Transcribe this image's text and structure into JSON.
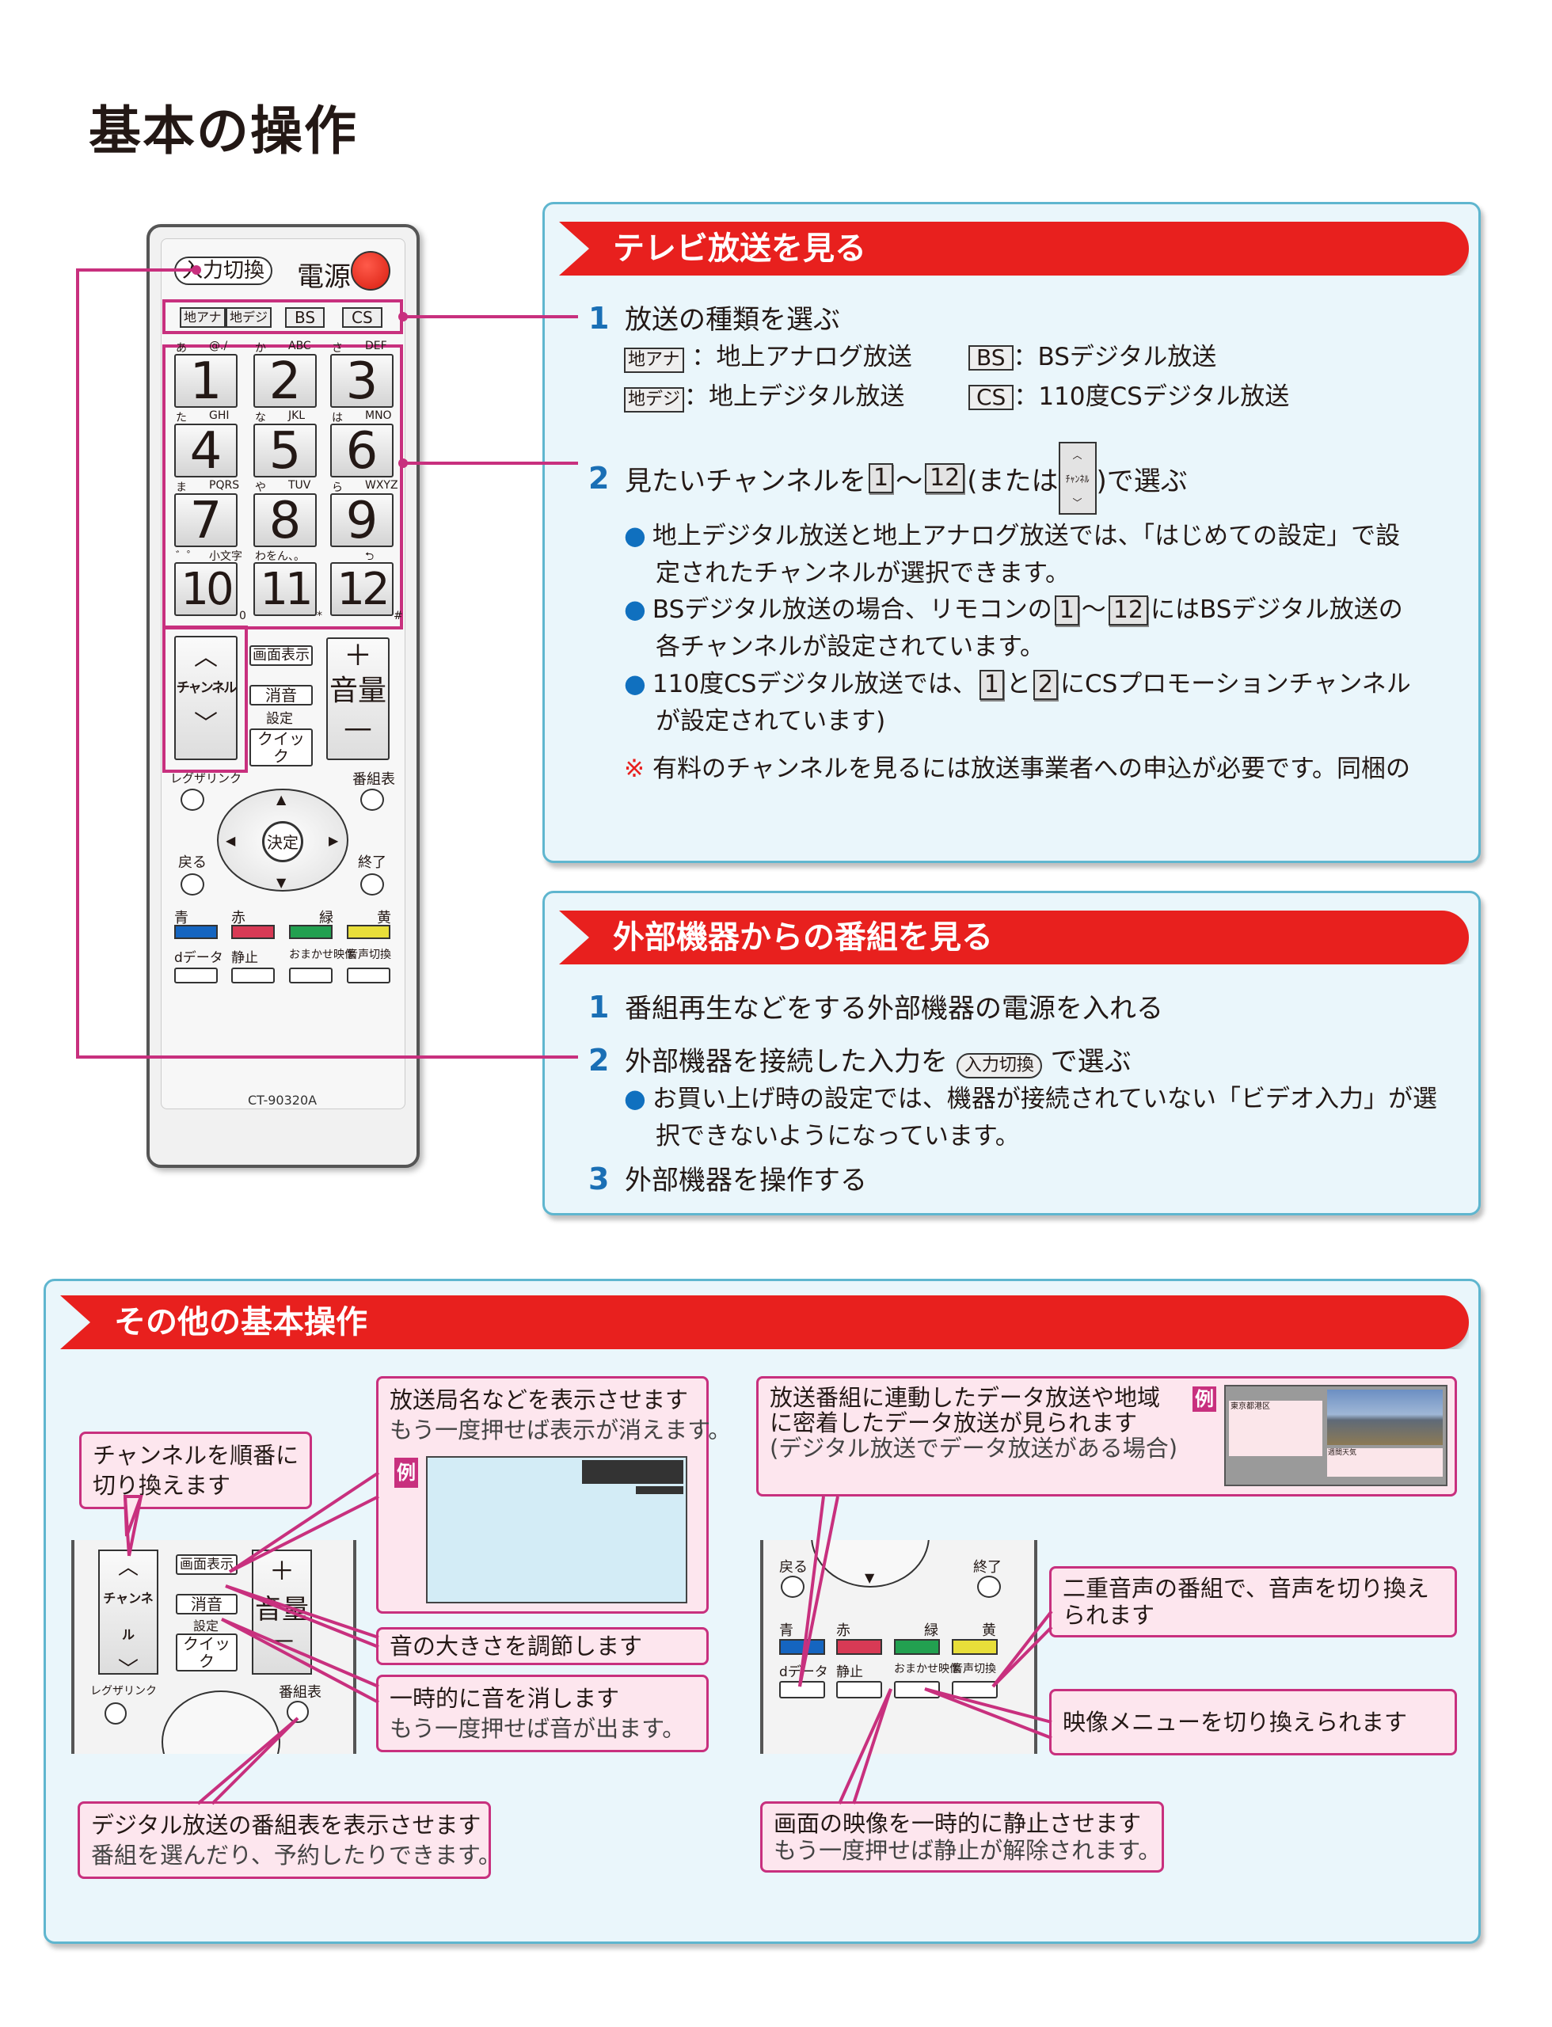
{
  "title": "基本の操作",
  "remote": {
    "input_button": "入力切換",
    "power_label": "電源",
    "bands": [
      "地アナ",
      "地デジ",
      "BS",
      "CS"
    ],
    "keys": [
      {
        "n": "1",
        "k": "あ",
        "a": "@./"
      },
      {
        "n": "2",
        "k": "か",
        "a": "ABC"
      },
      {
        "n": "3",
        "k": "さ",
        "a": "DEF"
      },
      {
        "n": "4",
        "k": "た",
        "a": "GHI"
      },
      {
        "n": "5",
        "k": "な",
        "a": "JKL"
      },
      {
        "n": "6",
        "k": "は",
        "a": "MNO"
      },
      {
        "n": "7",
        "k": "ま",
        "a": "PQRS"
      },
      {
        "n": "8",
        "k": "や",
        "a": "TUV"
      },
      {
        "n": "9",
        "k": "ら",
        "a": "WXYZ"
      },
      {
        "n": "10",
        "k": "゛゜",
        "a": "小文字"
      },
      {
        "n": "11",
        "k": "わをん、。",
        "a": ""
      },
      {
        "n": "12",
        "k": "",
        "a": "⮌"
      }
    ],
    "key_subs": [
      "0",
      "*",
      "#"
    ],
    "channel": "チャンネル",
    "screen_display": "画面表示",
    "mute": "消音",
    "settings": "設定",
    "quick": "クイック",
    "volume": "音量",
    "regza_link": "レグザリンク",
    "guide": "番組表",
    "enter": "決定",
    "back": "戻る",
    "exit": "終了",
    "colors": [
      {
        "label": "青",
        "color": "#1565c0"
      },
      {
        "label": "赤",
        "color": "#d83a55"
      },
      {
        "label": "緑",
        "color": "#22a050"
      },
      {
        "label": "黄",
        "color": "#e8de3a"
      }
    ],
    "func": [
      "dデータ",
      "静止",
      "おまかせ映像",
      "音声切換"
    ],
    "model": "CT-90320A"
  },
  "tv": {
    "header": "テレビ放送を見る",
    "step1": {
      "num": "1",
      "text": "放送の種類を選ぶ"
    },
    "bands": [
      {
        "key": "地アナ",
        "desc": "：地上アナログ放送"
      },
      {
        "key": "BS",
        "desc": "：BSデジタル放送"
      },
      {
        "key": "地デジ",
        "desc": "：地上デジタル放送"
      },
      {
        "key": "CS",
        "desc": "：110度CSデジタル放送"
      }
    ],
    "step2": {
      "num": "2",
      "pre": "見たいチャンネルを",
      "k1": "1",
      "tilde": "〜",
      "k12": "12",
      "mid": "(または",
      "ch": "ﾁｬﾝﾈﾙ",
      "post": ")で選ぶ"
    },
    "notes": [
      {
        "a": "地上デジタル放送と地上アナログ放送では、「はじめての設定」で設",
        "b": "定されたチャンネルが選択できます。"
      },
      {
        "a1": "BSデジタル放送の場合、リモコンの",
        "k1": "1",
        "t": "〜",
        "k2": "12",
        "a2": "にはBSデジタル放送の",
        "b": "各チャンネルが設定されています。"
      },
      {
        "a1": "110度CSデジタル放送では、",
        "k1": "1",
        "t": "と",
        "k2": "2",
        "a2": "にCSプロモーションチャンネル",
        "b": "が設定されています)"
      }
    ],
    "remark_mark": "※",
    "remark": "有料のチャンネルを見るには放送事業者への申込が必要です。同梱の"
  },
  "ext": {
    "header": "外部機器からの番組を見る",
    "step1": {
      "num": "1",
      "text": "番組再生などをする外部機器の電源を入れる"
    },
    "step2": {
      "num": "2",
      "pre": "外部機器を接続した入力を",
      "key": "入力切換",
      "post": "で選ぶ"
    },
    "note": {
      "a": "お買い上げ時の設定では、機器が接続されていない「ビデオ入力」が選",
      "b": "択できないようになっています。"
    },
    "step3": {
      "num": "3",
      "text": "外部機器を操作する"
    }
  },
  "other": {
    "header": "その他の基本操作",
    "example": "例",
    "c_channel": [
      "チャンネルを順番に",
      "切り換えます"
    ],
    "c_display": {
      "main": "放送局名などを表示させます",
      "sub": "もう一度押せば表示が消えます。"
    },
    "c_volume": "音の大きさを調節します",
    "c_mute": {
      "main": "一時的に音を消します",
      "sub": "もう一度押せば音が出ます。"
    },
    "c_guide": {
      "main": "デジタル放送の番組表を表示させます",
      "sub": "番組を選んだり、予約したりできます。"
    },
    "c_data": {
      "l1": "放送番組に連動したデータ放送や地域",
      "l2": "に密着したデータ放送が見られます",
      "sub": "(デジタル放送でデータ放送がある場合)"
    },
    "c_audio": [
      "二重音声の番組で、音声を切り換え",
      "られます"
    ],
    "c_picture": "映像メニューを切り換えられます",
    "c_freeze": {
      "main": "画面の映像を一時的に静止させます",
      "sub": "もう一度押せば静止が解除されます。"
    },
    "data_screen": {
      "area": "東京都港区",
      "weekly": "週間天気"
    }
  },
  "accent": {
    "red": "#e8201e",
    "magenta": "#c8307e",
    "blue": "#1a6fb5",
    "panel": "#eaf6fb"
  }
}
